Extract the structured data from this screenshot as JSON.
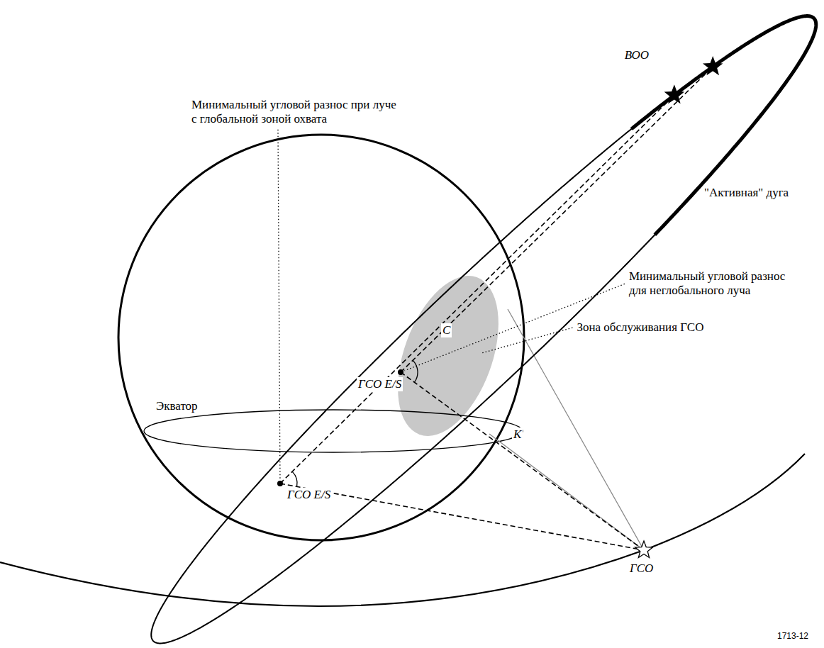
{
  "diagram": {
    "labels": [
      "ВОО",
      "\"Активная\" дуга",
      "Минимальный угловой разнос при луче с глобальной зоной охвата",
      "Минимальный угловой разнос для неглобального луча",
      "Зона обслуживания ГСО",
      "C",
      "ГСО E/S",
      "Экватор",
      "ГСО E/S",
      "K",
      "ГСО",
      "1713-12"
    ]
  }
}
